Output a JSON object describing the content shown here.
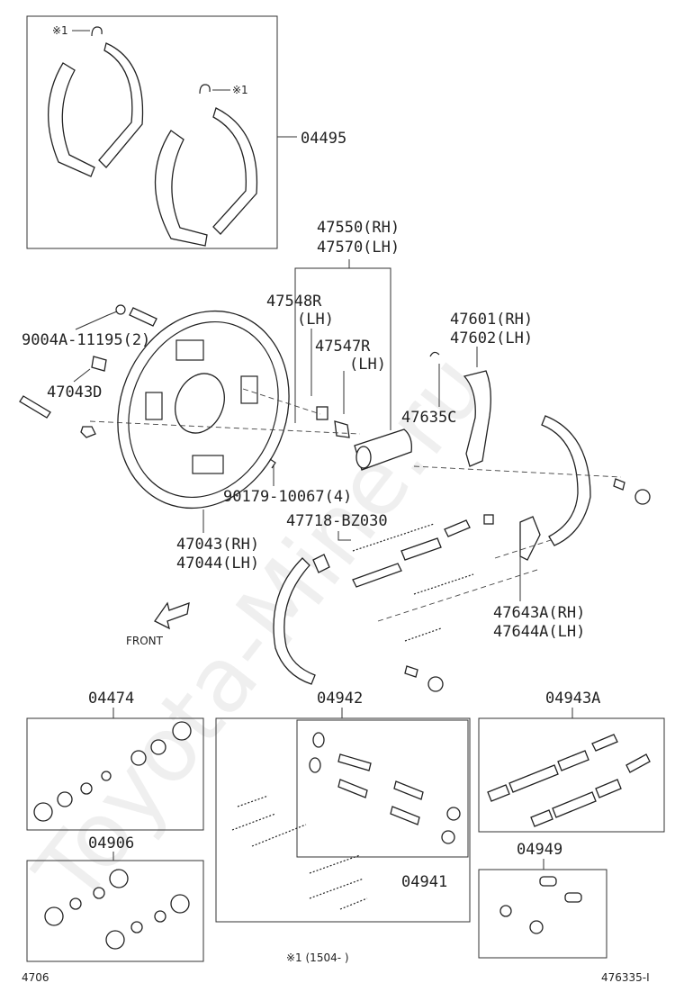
{
  "labels": {
    "kit_shoe": "04495",
    "wheel_cyl_top": "47550(RH)",
    "wheel_cyl_bottom": "47570(LH)",
    "bleeder_r": "47548R",
    "bleeder_lh": "(LH)",
    "plug_r": "47547R",
    "plug_lh": "(LH)",
    "lever_rh": "47601(RH)",
    "lever_lh": "47602(LH)",
    "clip": "47635C",
    "bolt_washer": "9004A-11195(2)",
    "pin": "47043D",
    "nut": "90179-10067(4)",
    "spring": "47718-BZ030",
    "plate_rh": "47043(RH)",
    "plate_lh": "47044(LH)",
    "adjuster_rh": "47643A(RH)",
    "adjuster_lh": "47644A(LH)",
    "front": "FRONT",
    "kit_cyl": "04474",
    "kit_hw": "04942",
    "kit_adj": "04943A",
    "kit_cup": "04906",
    "kit_pin": "04941",
    "kit_pad": "04949",
    "note_mark_1": "※1",
    "note_mark_2": "※1",
    "footnote": "※1 (1504-    )",
    "page_left": "4706",
    "page_right": "476335-I",
    "watermark": "Toyota-Mine.ru"
  }
}
